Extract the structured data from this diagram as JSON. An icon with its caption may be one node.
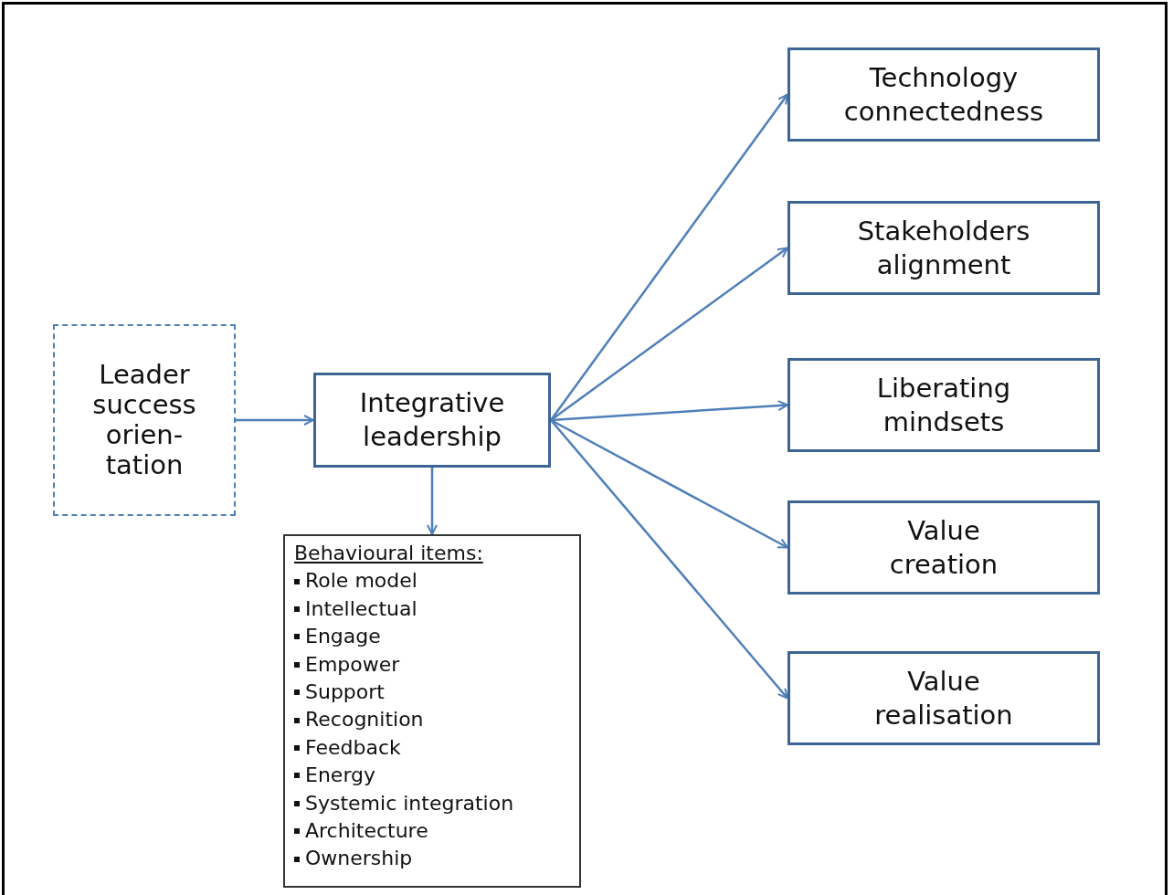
{
  "diagram": {
    "nodes": [
      {
        "text": [
          "Leader success orien- tation"
        ]
      },
      {
        "text": [
          "Integrative leadership"
        ]
      },
      {
        "text": [
          "Behavioural items:",
          "Role model",
          "Intellectual",
          "Engage",
          "Empower",
          "Support",
          "Recognition",
          "Feedback",
          "Energy",
          "Systemic integration",
          "Architecture",
          "Ownership"
        ]
      },
      {
        "text": [
          "Technology connectedness"
        ]
      },
      {
        "text": [
          "Stakeholders alignment"
        ]
      },
      {
        "text": [
          "Liberating mindsets"
        ]
      },
      {
        "text": [
          "Value creation"
        ]
      },
      {
        "text": [
          "Value realisation"
        ]
      }
    ],
    "edges": [
      {
        "from": 0,
        "to": 1,
        "arrow": "to"
      },
      {
        "from": 1,
        "to": 2,
        "arrow": "to"
      },
      {
        "from": 1,
        "to": 3,
        "arrow": "to"
      },
      {
        "from": 1,
        "to": 4,
        "arrow": "to"
      },
      {
        "from": 1,
        "to": 5,
        "arrow": "to"
      },
      {
        "from": 1,
        "to": 6,
        "arrow": "to"
      },
      {
        "from": 1,
        "to": 7,
        "arrow": "to"
      }
    ]
  }
}
